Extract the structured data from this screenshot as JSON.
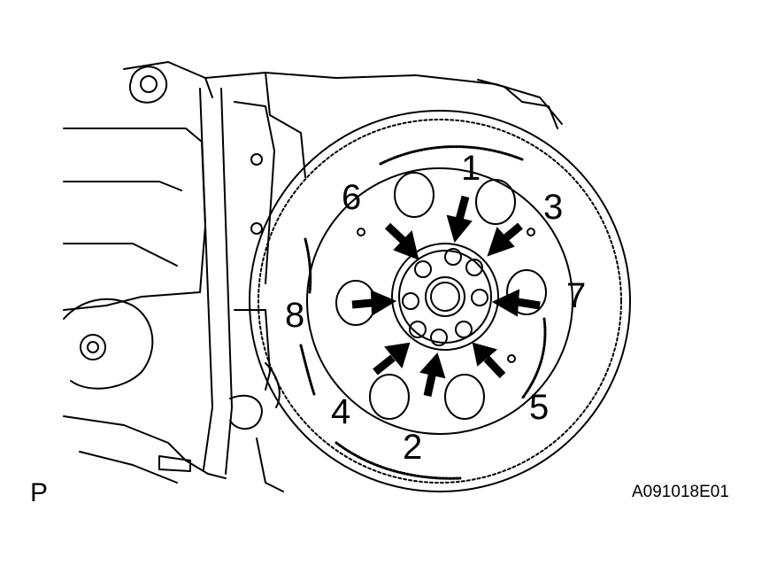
{
  "view_letter": "P",
  "figure_code": "A091018E01",
  "callouts": {
    "c1": "1",
    "c2": "2",
    "c3": "3",
    "c4": "4",
    "c5": "5",
    "c6": "6",
    "c7": "7",
    "c8": "8"
  },
  "colors": {
    "ink": "#000000",
    "paper": "#ffffff"
  }
}
